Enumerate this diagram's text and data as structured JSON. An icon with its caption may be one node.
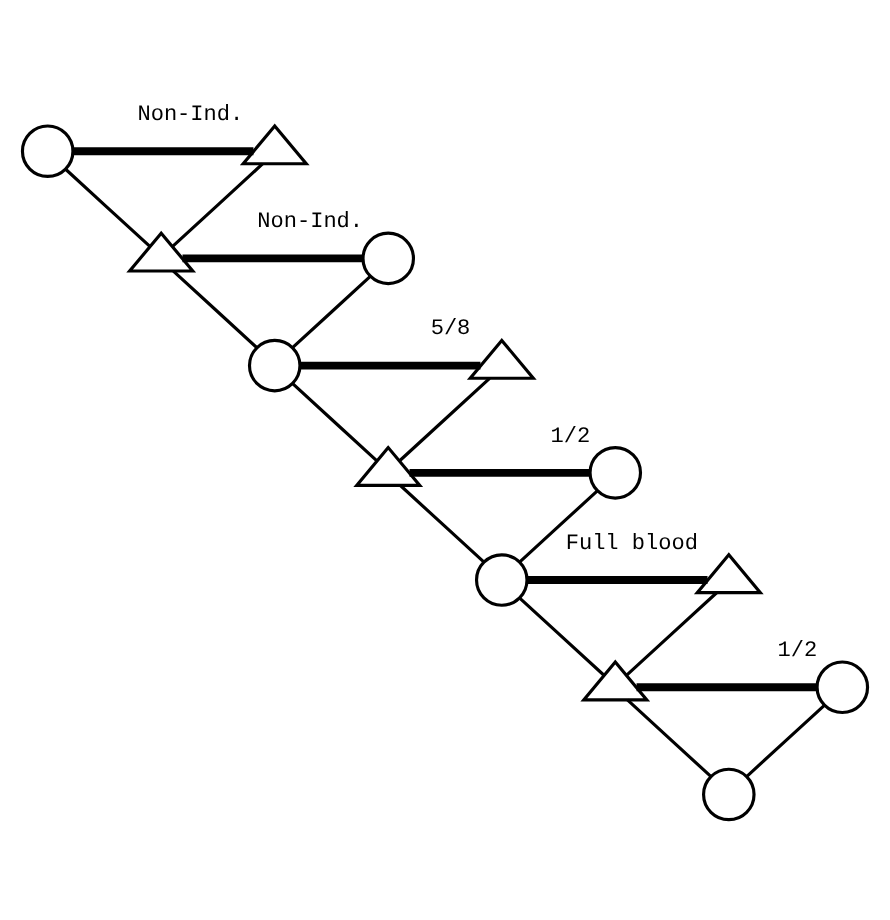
{
  "diagram": {
    "nodes": [
      {
        "text": [],
        "shape": "circle"
      },
      {
        "text": [],
        "shape": "triangle",
        "beside": [
          "Non-Ind."
        ]
      },
      {
        "text": [],
        "shape": "triangle"
      },
      {
        "text": [],
        "shape": "circle",
        "beside": [
          "Non-Ind."
        ]
      },
      {
        "text": [],
        "shape": "circle"
      },
      {
        "text": [],
        "shape": "triangle",
        "beside": [
          "5/8"
        ]
      },
      {
        "text": [],
        "shape": "triangle"
      },
      {
        "text": [],
        "shape": "circle",
        "beside": [
          "1/2"
        ]
      },
      {
        "text": [],
        "shape": "circle"
      },
      {
        "text": [],
        "shape": "triangle",
        "beside": [
          "Full blood"
        ]
      },
      {
        "text": [],
        "shape": "triangle"
      },
      {
        "text": [],
        "shape": "circle",
        "beside": [
          "1/2"
        ]
      },
      {
        "text": [],
        "shape": "circle"
      }
    ],
    "edges": [
      {
        "from": 0,
        "to": 1,
        "arrow": "none",
        "style": "thick"
      },
      {
        "from": 0,
        "to": 2,
        "arrow": "none"
      },
      {
        "from": 1,
        "to": 2,
        "arrow": "none"
      },
      {
        "from": 2,
        "to": 3,
        "arrow": "none",
        "style": "thick"
      },
      {
        "from": 2,
        "to": 4,
        "arrow": "none"
      },
      {
        "from": 3,
        "to": 4,
        "arrow": "none"
      },
      {
        "from": 4,
        "to": 5,
        "arrow": "none",
        "style": "thick"
      },
      {
        "from": 4,
        "to": 6,
        "arrow": "none"
      },
      {
        "from": 5,
        "to": 6,
        "arrow": "none"
      },
      {
        "from": 6,
        "to": 7,
        "arrow": "none",
        "style": "thick"
      },
      {
        "from": 6,
        "to": 8,
        "arrow": "none"
      },
      {
        "from": 7,
        "to": 8,
        "arrow": "none"
      },
      {
        "from": 8,
        "to": 9,
        "arrow": "none",
        "style": "thick"
      },
      {
        "from": 8,
        "to": 10,
        "arrow": "none"
      },
      {
        "from": 9,
        "to": 10,
        "arrow": "none"
      },
      {
        "from": 10,
        "to": 11,
        "arrow": "none",
        "style": "thick"
      },
      {
        "from": 10,
        "to": 12,
        "arrow": "none"
      },
      {
        "from": 11,
        "to": 12,
        "arrow": "none"
      }
    ]
  }
}
